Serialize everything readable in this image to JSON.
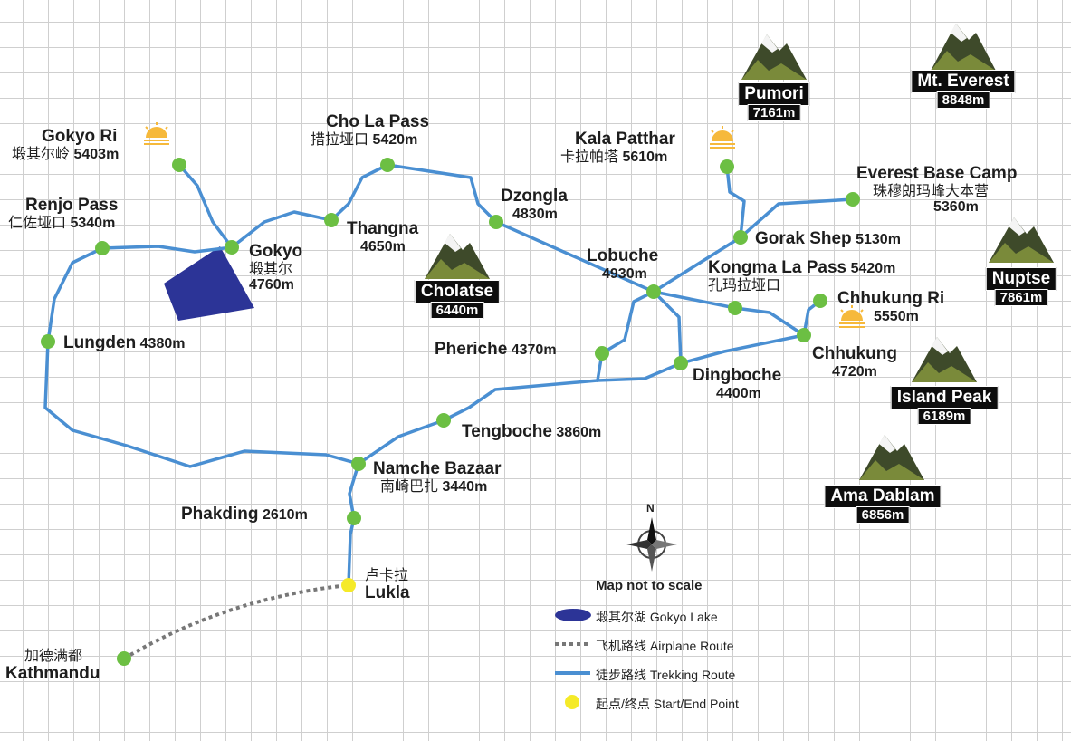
{
  "map": {
    "locations": [
      {
        "id": "gokyo-ri",
        "name_en": "Gokyo Ri",
        "name_zh": "塅其尔岭",
        "altitude": "5403m"
      },
      {
        "id": "renjo-pass",
        "name_en": "Renjo Pass",
        "name_zh": "仁佐垭口",
        "altitude": "5340m"
      },
      {
        "id": "gokyo",
        "name_en": "Gokyo",
        "name_zh": "塅其尔",
        "altitude": "4760m"
      },
      {
        "id": "lungden",
        "name_en": "Lungden",
        "altitude": "4380m"
      },
      {
        "id": "cho-la-pass",
        "name_en": "Cho La Pass",
        "name_zh": "措拉垭口",
        "altitude": "5420m"
      },
      {
        "id": "thangna",
        "name_en": "Thangna",
        "altitude": "4650m"
      },
      {
        "id": "dzongla",
        "name_en": "Dzongla",
        "altitude": "4830m"
      },
      {
        "id": "kala-patthar",
        "name_en": "Kala Patthar",
        "name_zh": "卡拉帕塔",
        "altitude": "5610m"
      },
      {
        "id": "everest-base-camp",
        "name_en": "Everest Base Camp",
        "name_zh": "珠穆朗玛峰大本营",
        "altitude": "5360m"
      },
      {
        "id": "gorak-shep",
        "name_en": "Gorak Shep",
        "altitude": "5130m"
      },
      {
        "id": "lobuche",
        "name_en": "Lobuche",
        "altitude": "4930m"
      },
      {
        "id": "kongma-la-pass",
        "name_en": "Kongma La Pass",
        "name_zh": "孔玛拉垭口",
        "altitude": "5420m"
      },
      {
        "id": "chhukung-ri",
        "name_en": "Chhukung Ri",
        "altitude": "5550m"
      },
      {
        "id": "chhukung",
        "name_en": "Chhukung",
        "altitude": "4720m"
      },
      {
        "id": "pheriche",
        "name_en": "Pheriche",
        "altitude": "4370m"
      },
      {
        "id": "dingboche",
        "name_en": "Dingboche",
        "altitude": "4400m"
      },
      {
        "id": "tengboche",
        "name_en": "Tengboche",
        "altitude": "3860m"
      },
      {
        "id": "namche-bazaar",
        "name_en": "Namche Bazaar",
        "name_zh": "南崎巴扎",
        "altitude": "3440m"
      },
      {
        "id": "phakding",
        "name_en": "Phakding",
        "altitude": "2610m"
      },
      {
        "id": "lukla",
        "name_en": "Lukla",
        "name_zh": "卢卡拉"
      },
      {
        "id": "kathmandu",
        "name_en": "Kathmandu",
        "name_zh": "加德满都"
      }
    ],
    "peaks": [
      {
        "id": "pumori",
        "name": "Pumori",
        "altitude": "7161m"
      },
      {
        "id": "mt-everest",
        "name": "Mt. Everest",
        "altitude": "8848m"
      },
      {
        "id": "nuptse",
        "name": "Nuptse",
        "altitude": "7861m"
      },
      {
        "id": "cholatse",
        "name": "Cholatse",
        "altitude": "6440m"
      },
      {
        "id": "island-peak",
        "name": "Island Peak",
        "altitude": "6189m"
      },
      {
        "id": "ama-dablam",
        "name": "Ama Dablam",
        "altitude": "6856m"
      }
    ],
    "compass_label": "N",
    "colors": {
      "route": "#4a8fd2",
      "node": "#6cbf43",
      "start_end": "#f5ea28",
      "lake": "#2c3497",
      "airplane_route": "#777777"
    }
  },
  "legend": {
    "title": "Map not to scale",
    "items": [
      {
        "symbol": "lake",
        "label": "塅其尔湖 Gokyo Lake"
      },
      {
        "symbol": "airplane-route",
        "label": "飞机路线 Airplane Route"
      },
      {
        "symbol": "trekking-route",
        "label": "徒步路线 Trekking Route"
      },
      {
        "symbol": "start-end-point",
        "label": "起点/终点 Start/End Point"
      }
    ]
  }
}
